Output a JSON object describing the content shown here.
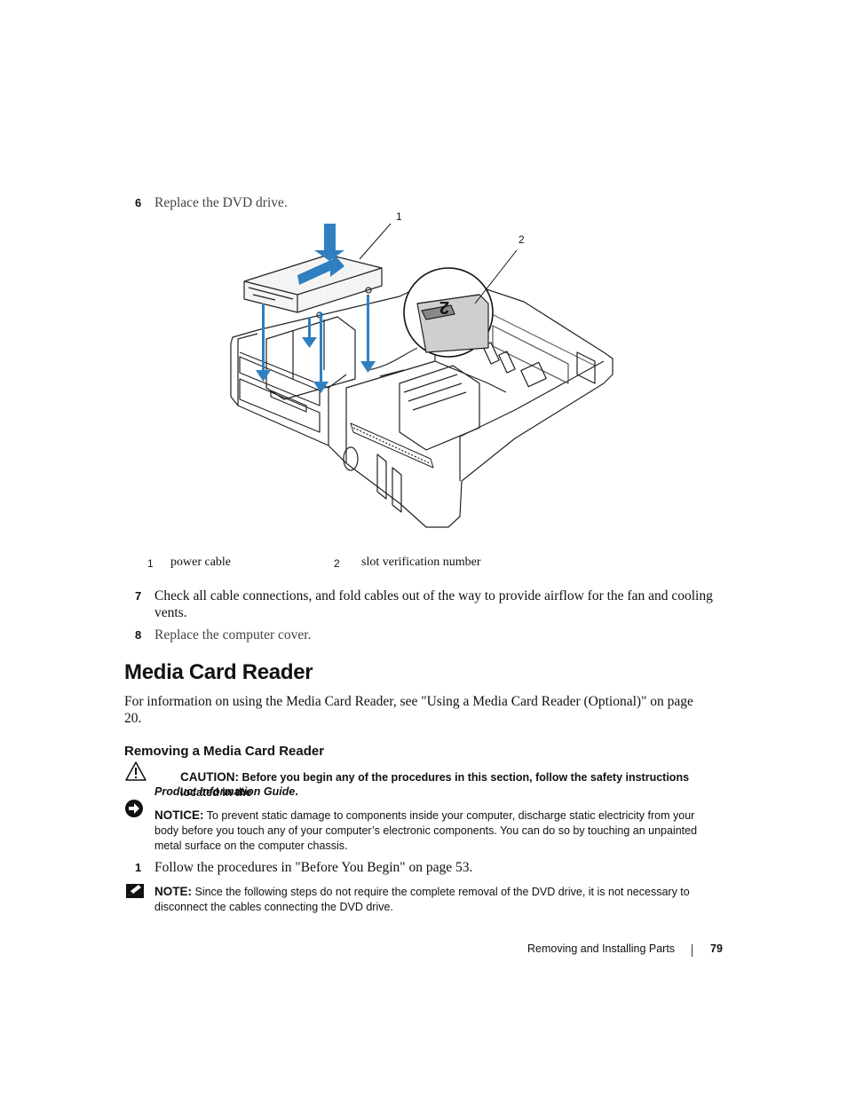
{
  "steps": {
    "s6": {
      "num": "6",
      "text": "Replace the DVD drive."
    },
    "s7": {
      "num": "7",
      "text": "Check all cable connections, and fold cables out of the way to provide airflow for the fan and cooling vents."
    },
    "s8": {
      "num": "8",
      "text": "Replace the computer cover."
    }
  },
  "figure": {
    "callouts": [
      "1",
      "2"
    ],
    "slot_label": "2",
    "arrow_color": "#2f7fc1",
    "legend": [
      {
        "num": "1",
        "label": "power cable"
      },
      {
        "num": "2",
        "label": "slot verification number"
      }
    ]
  },
  "section": {
    "title": "Media Card Reader",
    "intro": "For information on using the Media Card Reader, see \"Using a Media Card Reader (Optional)\" on page 20.",
    "subtitle": "Removing a Media Card Reader"
  },
  "caution": {
    "label": "CAUTION:",
    "text": "Before you begin any of the procedures in this section, follow the safety instructions located in the",
    "guide": "Product Information Guide",
    "period": "."
  },
  "notice": {
    "label": "NOTICE:",
    "text": "To prevent static damage to components inside your computer, discharge static electricity from your body before you touch any of your computer’s electronic components. You can do so by touching an unpainted metal surface on the computer chassis."
  },
  "step1": {
    "num": "1",
    "text": "Follow the procedures in \"Before You Begin\" on page 53."
  },
  "note": {
    "label": "NOTE:",
    "text": "Since the following steps do not require the complete removal of the DVD drive, it is not necessary to disconnect the cables connecting the DVD drive."
  },
  "footer": {
    "section": "Removing and Installing Parts",
    "page": "79"
  }
}
